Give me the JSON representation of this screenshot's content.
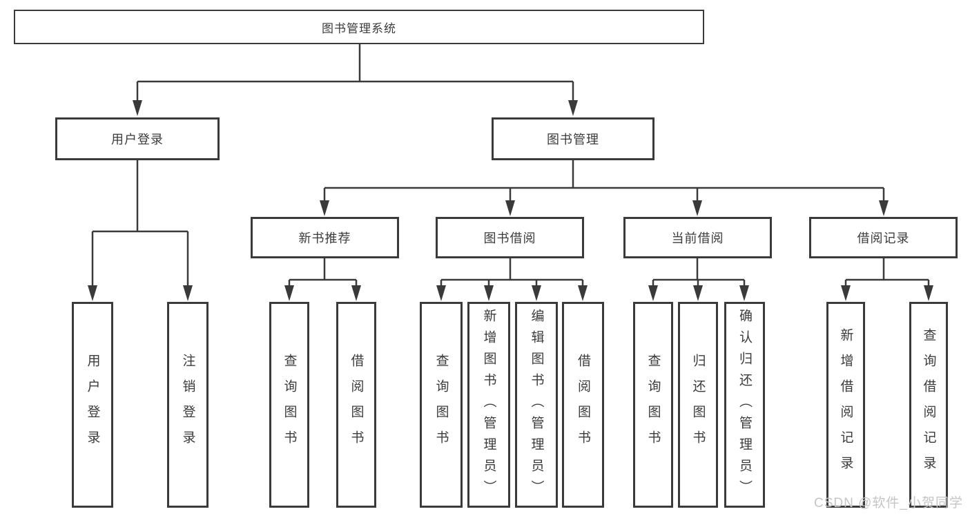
{
  "page": {
    "background": "#ffffff"
  },
  "style": {
    "line_color": "#3a3a3a",
    "text_color": "#3b3b3b",
    "box_background": "#ffffff",
    "watermark_color": "#c5c5c5"
  },
  "nodes": {
    "root": "图书管理系统",
    "user_login": "用户登录",
    "book_management": "图书管理",
    "new_book_recommend": "新书推荐",
    "book_borrow": "图书借阅",
    "current_borrow": "当前借阅",
    "borrow_records": "借阅记录",
    "leaf_user_login": "用户登录",
    "leaf_logout": "注销登录",
    "leaf_query_books_1": "查询图书",
    "leaf_borrow_books_1": "借阅图书",
    "leaf_query_books_2": "查询图书",
    "leaf_add_books_admin": "新增图书（管理员）",
    "leaf_edit_books_admin": "编辑图书（管理员）",
    "leaf_borrow_books_2": "借阅图书",
    "leaf_query_books_3": "查询图书",
    "leaf_return_books": "归还图书",
    "leaf_confirm_return_admin": "确认归还（管理员）",
    "leaf_add_borrow_record": "新增借阅记录",
    "leaf_query_borrow_record": "查询借阅记录"
  },
  "hierarchy": {
    "图书管理系统": {
      "用户登录": [
        "用户登录",
        "注销登录"
      ],
      "图书管理": {
        "新书推荐": [
          "查询图书",
          "借阅图书"
        ],
        "图书借阅": [
          "查询图书",
          "新增图书（管理员）",
          "编辑图书（管理员）",
          "借阅图书"
        ],
        "当前借阅": [
          "查询图书",
          "归还图书",
          "确认归还（管理员）"
        ],
        "借阅记录": [
          "新增借阅记录",
          "查询借阅记录"
        ]
      }
    }
  },
  "watermark": {
    "text": "CSDN @软件_小贺同学"
  }
}
